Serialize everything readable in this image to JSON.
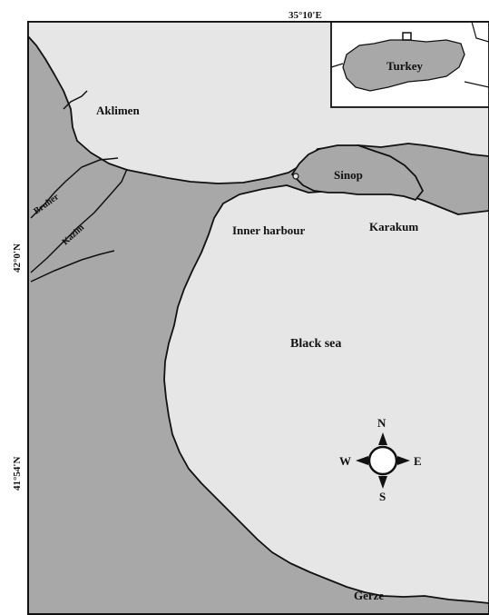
{
  "labels": {
    "aklimen": "Aklimen",
    "sinop": "Sinop",
    "inner_harbour": "Inner harbour",
    "karakum": "Karakum",
    "black_sea": "Black sea",
    "gerze": "Gerze",
    "turkey": "Turkey",
    "river_1": "Bruher",
    "river_2": "Kazim"
  },
  "coordinates": {
    "top_longitude": "35°10'E",
    "left_latitude_upper": "42°0'N",
    "left_latitude_lower": "41°54'N"
  },
  "compass": {
    "north": "N",
    "south": "S",
    "east": "E",
    "west": "W"
  },
  "colors": {
    "land": "#a8a8a8",
    "sea": "#e6e6e6",
    "line": "#111111"
  }
}
